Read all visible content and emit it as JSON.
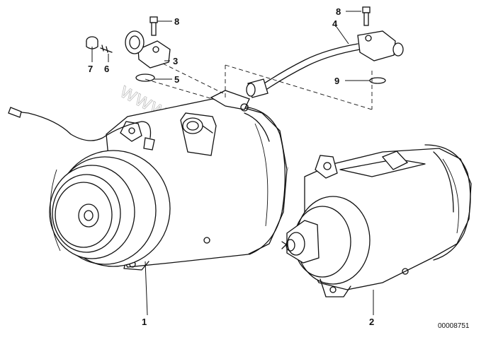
{
  "watermark": "www.bmwstore.pl",
  "reference_number": "00008751",
  "callouts": [
    "1",
    "2",
    "3",
    "4",
    "5",
    "6",
    "7",
    "8",
    "8",
    "9"
  ]
}
